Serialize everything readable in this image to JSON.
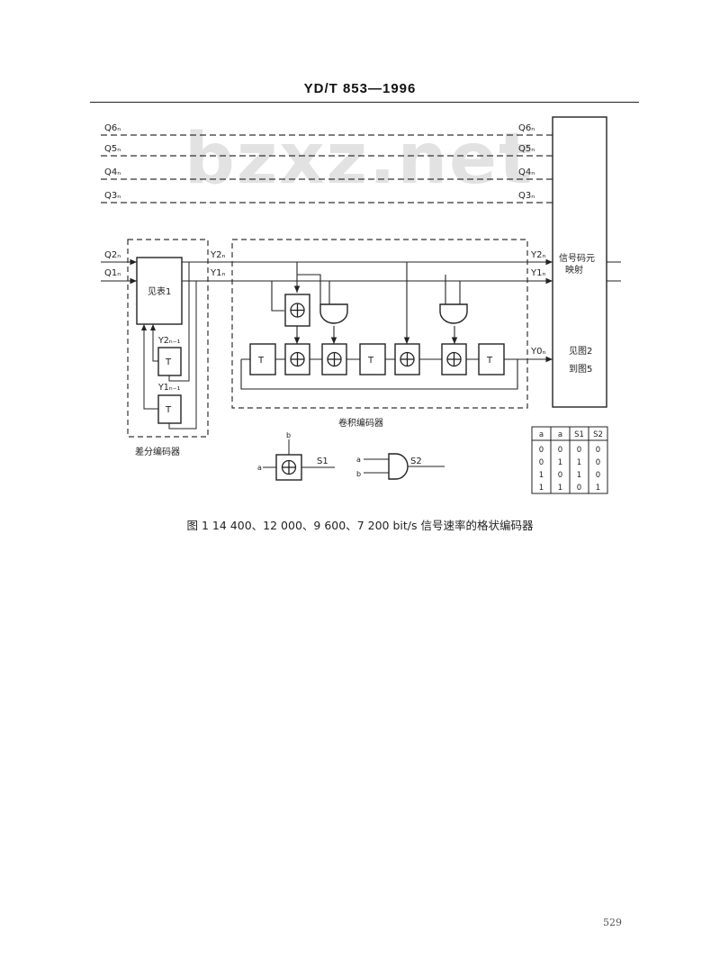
{
  "header": {
    "standard_no": "YD/T 853—1996"
  },
  "watermark": "bzxz.net",
  "inputs": {
    "q6": "Q6ₙ",
    "q5": "Q5ₙ",
    "q4": "Q4ₙ",
    "q3": "Q3ₙ",
    "q2": "Q2ₙ",
    "q1": "Q1ₙ"
  },
  "outputs": {
    "q6": "Q6ₙ",
    "q5": "Q5ₙ",
    "q4": "Q4ₙ",
    "q3": "Q3ₙ",
    "y2": "Y2ₙ",
    "y1": "Y1ₙ",
    "y0": "Y0ₙ"
  },
  "diff_encoder": {
    "label": "差分编码器",
    "table_block": "见表1",
    "y2_out": "Y2ₙ",
    "y1_out": "Y1ₙ",
    "y2_prev": "Y2ₙ₋₁",
    "y1_prev": "Y1ₙ₋₁",
    "delay": "T"
  },
  "conv_encoder": {
    "label": "卷积编码器",
    "delay": "T",
    "xor": "⊕"
  },
  "mapping": {
    "line1": "信号码元",
    "line2": "映射",
    "line3": "见图2",
    "line4": "到图5"
  },
  "legend": {
    "xor_in_a": "a",
    "xor_in_b": "b",
    "xor_out": "S1",
    "and_in_a": "a",
    "and_in_b": "b",
    "and_out": "S2"
  },
  "truth_table": {
    "headers": [
      "a",
      "a",
      "S1",
      "S2"
    ],
    "rows": [
      [
        "0",
        "0",
        "0",
        "0"
      ],
      [
        "0",
        "1",
        "1",
        "0"
      ],
      [
        "1",
        "0",
        "1",
        "0"
      ],
      [
        "1",
        "1",
        "0",
        "1"
      ]
    ]
  },
  "caption": "图 1   14 400、12 000、9 600、7 200 bit/s 信号速率的格状编码器",
  "page_number": "529"
}
